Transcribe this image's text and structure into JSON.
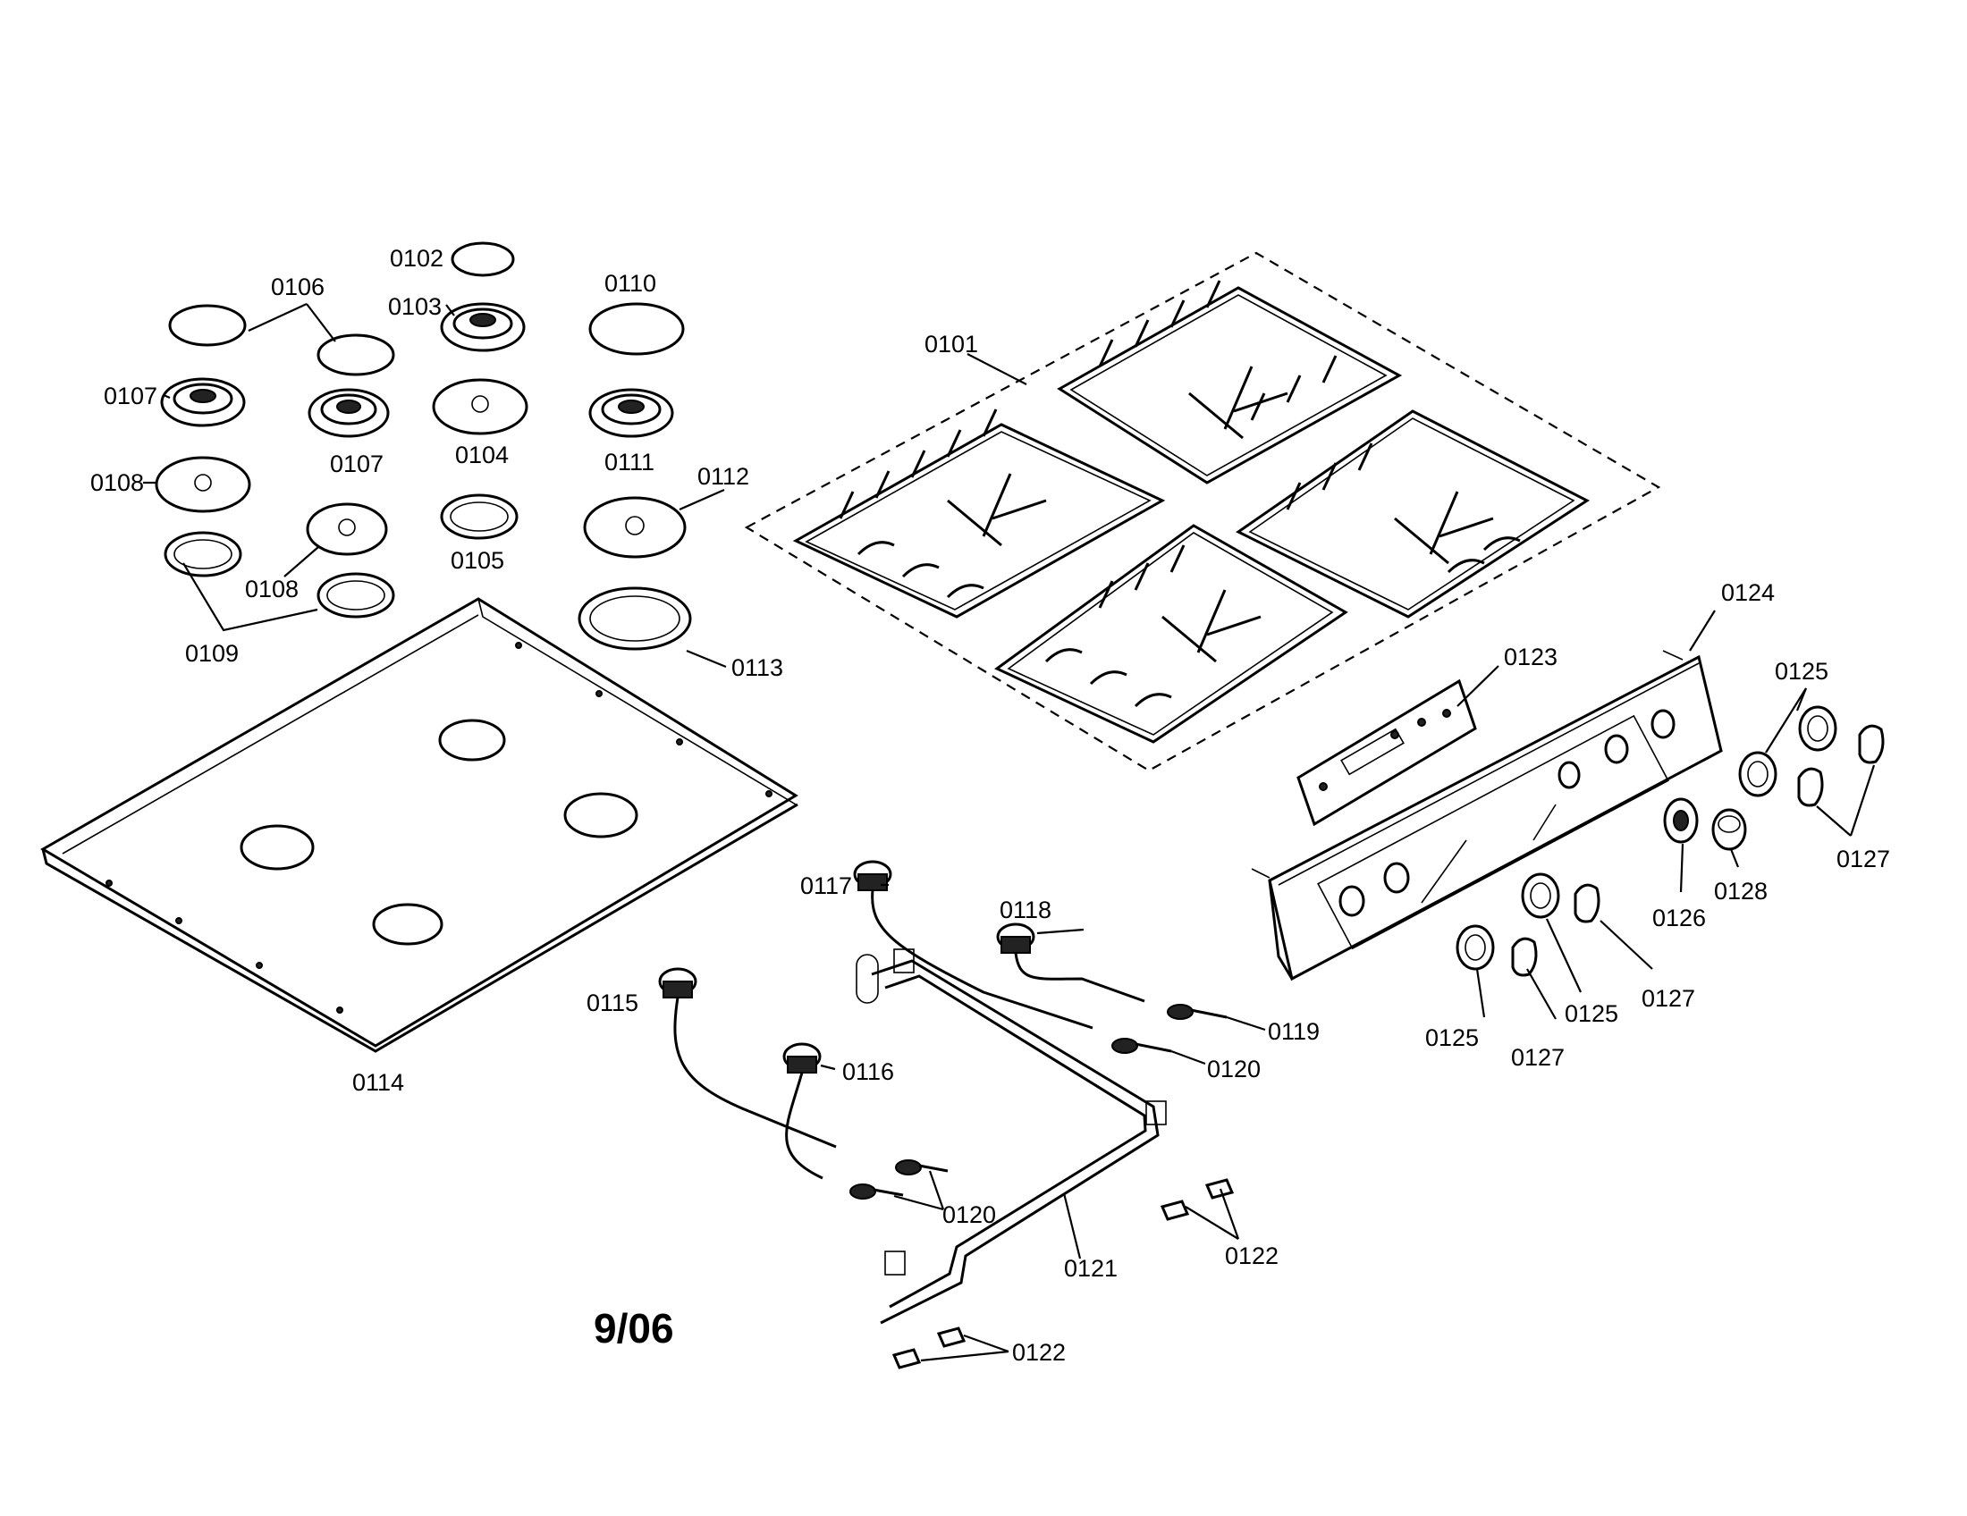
{
  "date_code": "9/06",
  "labels": {
    "l0101": "0101",
    "l0102": "0102",
    "l0103": "0103",
    "l0104": "0104",
    "l0105": "0105",
    "l0106": "0106",
    "l0107a": "0107",
    "l0107b": "0107",
    "l0108a": "0108",
    "l0108b": "0108",
    "l0109": "0109",
    "l0110": "0110",
    "l0111": "0111",
    "l0112": "0112",
    "l0113": "0113",
    "l0114": "0114",
    "l0115": "0115",
    "l0116": "0116",
    "l0117": "0117",
    "l0118": "0118",
    "l0119": "0119",
    "l0120a": "0120",
    "l0120b": "0120",
    "l0121": "0121",
    "l0122a": "0122",
    "l0122b": "0122",
    "l0123": "0123",
    "l0124": "0124",
    "l0125a": "0125",
    "l0125b": "0125",
    "l0125c": "0125",
    "l0126": "0126",
    "l0127a": "0127",
    "l0127b": "0127",
    "l0127c": "0127",
    "l0128": "0128"
  }
}
